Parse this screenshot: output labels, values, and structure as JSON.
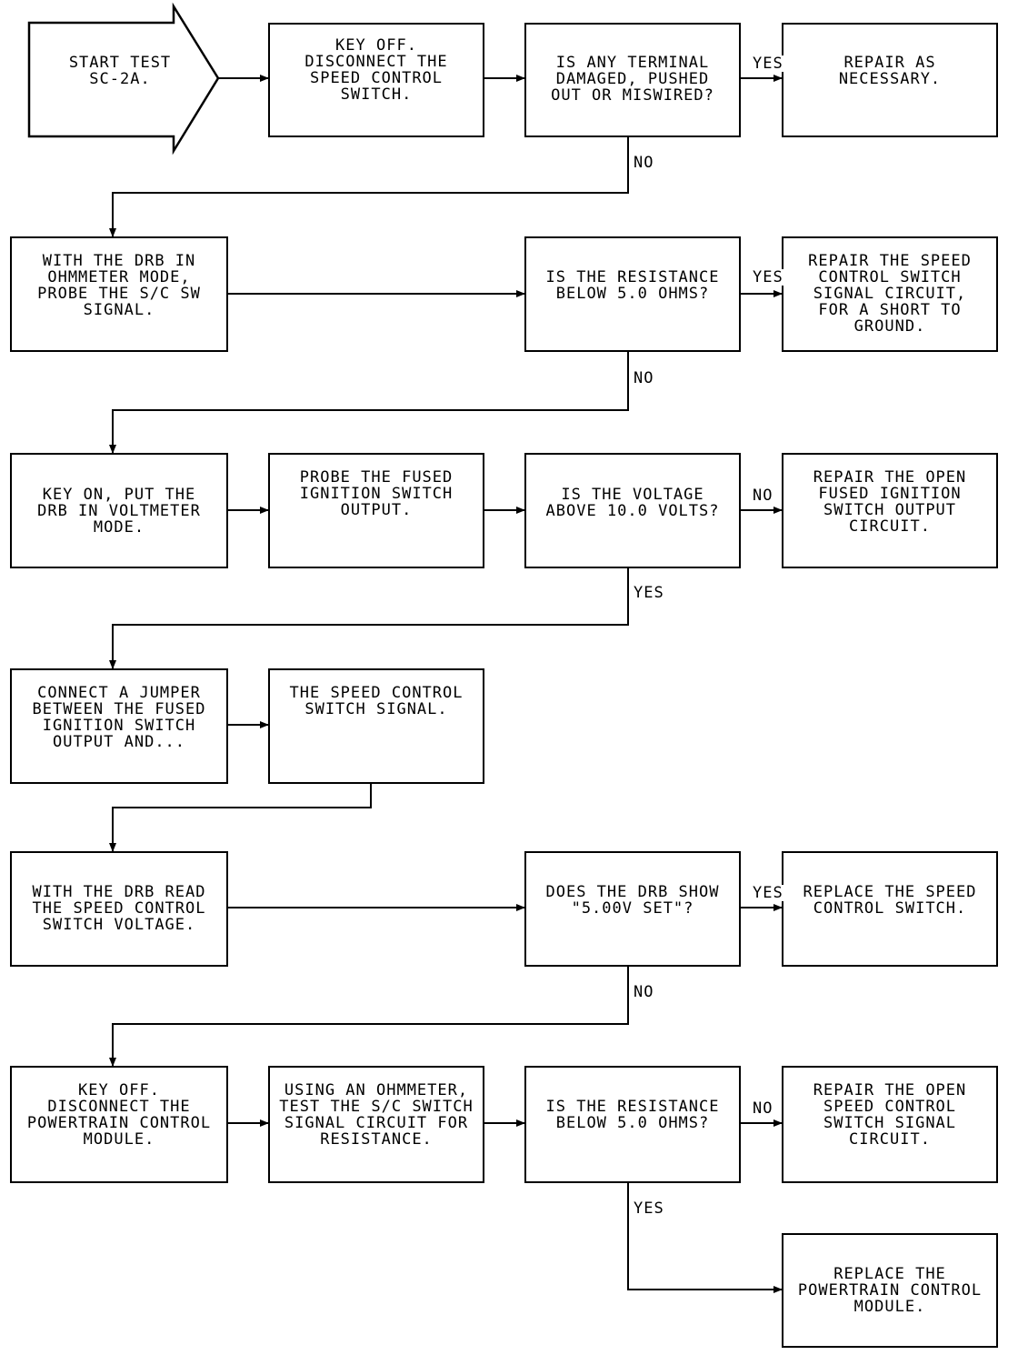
{
  "flowchart": {
    "start": {
      "lines": [
        "START TEST",
        "SC-2A."
      ]
    },
    "boxes": {
      "key_off_disconnect_switch": [
        "KEY OFF.",
        "DISCONNECT THE",
        "SPEED CONTROL",
        "SWITCH."
      ],
      "terminal_damaged_question": [
        "IS ANY TERMINAL",
        "DAMAGED, PUSHED",
        "OUT OR MISWIRED?"
      ],
      "repair_as_necessary": [
        "REPAIR AS",
        "NECESSARY."
      ],
      "drb_ohmmeter_probe": [
        "WITH THE DRB IN",
        "OHMMETER MODE,",
        "PROBE THE S/C SW",
        "SIGNAL."
      ],
      "resistance_below_question_1": [
        "IS THE RESISTANCE",
        "BELOW 5.0 OHMS?"
      ],
      "repair_short_to_ground": [
        "REPAIR THE SPEED",
        "CONTROL SWITCH",
        "SIGNAL CIRCUIT,",
        "FOR A SHORT TO",
        "GROUND."
      ],
      "key_on_voltmeter": [
        "KEY ON, PUT THE",
        "DRB IN VOLTMETER",
        "MODE."
      ],
      "probe_fused_ignition": [
        "PROBE THE FUSED",
        "IGNITION SWITCH",
        "OUTPUT."
      ],
      "voltage_above_question": [
        "IS THE VOLTAGE",
        "ABOVE 10.0 VOLTS?"
      ],
      "repair_open_fused_ignition": [
        "REPAIR THE OPEN",
        "FUSED IGNITION",
        "SWITCH OUTPUT",
        "CIRCUIT."
      ],
      "connect_jumper": [
        "CONNECT A JUMPER",
        "BETWEEN THE FUSED",
        "IGNITION SWITCH",
        "OUTPUT AND..."
      ],
      "speed_control_switch_signal": [
        "THE SPEED CONTROL",
        "SWITCH SIGNAL."
      ],
      "drb_read_voltage": [
        "WITH THE DRB READ",
        "THE SPEED CONTROL",
        "SWITCH VOLTAGE."
      ],
      "drb_show_question": [
        "DOES THE DRB SHOW",
        "\"5.00V SET\"?"
      ],
      "replace_speed_control_switch": [
        "REPLACE THE SPEED",
        "CONTROL SWITCH."
      ],
      "key_off_disconnect_pcm": [
        "KEY OFF.",
        "DISCONNECT THE",
        "POWERTRAIN CONTROL",
        "MODULE."
      ],
      "ohmmeter_test_circuit": [
        "USING AN OHMMETER,",
        "TEST THE S/C SWITCH",
        "SIGNAL CIRCUIT FOR",
        "RESISTANCE."
      ],
      "resistance_below_question_2": [
        "IS THE RESISTANCE",
        "BELOW 5.0 OHMS?"
      ],
      "repair_open_signal_circuit": [
        "REPAIR THE OPEN",
        "SPEED CONTROL",
        "SWITCH SIGNAL",
        "CIRCUIT."
      ],
      "replace_pcm": [
        "REPLACE THE",
        "POWERTRAIN CONTROL",
        "MODULE."
      ]
    },
    "labels": {
      "yes": "YES",
      "no": "NO"
    }
  }
}
